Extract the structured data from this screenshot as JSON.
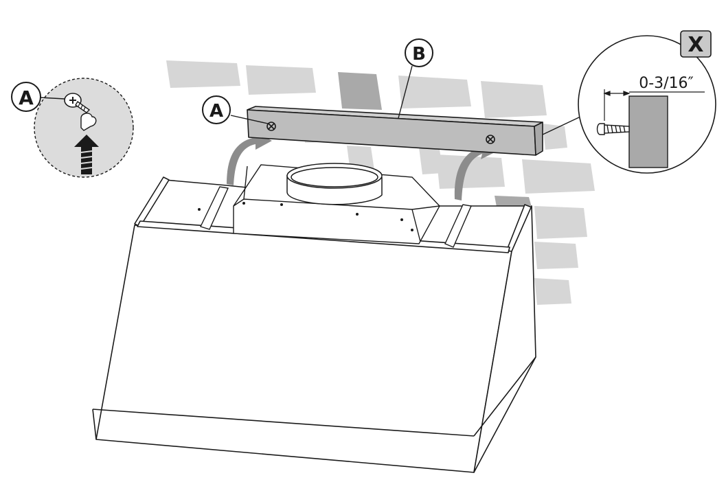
{
  "callouts": {
    "screw_label": "A",
    "bracket_label": "B",
    "detail_label": "X"
  },
  "dimension": {
    "gap_text": "0-3/16″"
  },
  "colors": {
    "line": "#1a1a1a",
    "brick": "#d6d6d6",
    "brick_dark": "#a9a9a9",
    "bracket": "#bdbdbd",
    "arrow": "#8c8c8c",
    "badge": "#c9c9c9"
  }
}
